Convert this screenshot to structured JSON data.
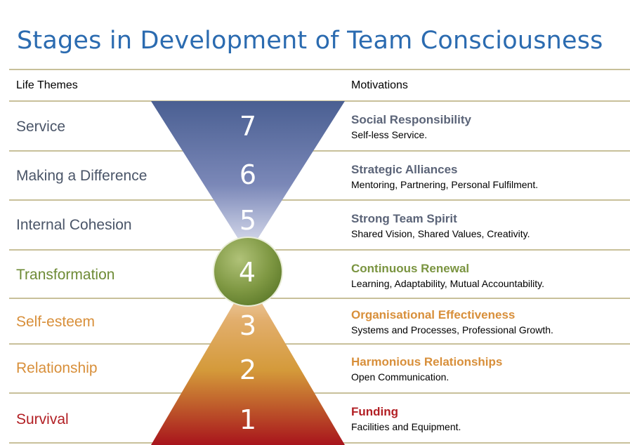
{
  "title": "Stages in Development of Team Consciousness",
  "headers": {
    "left": "Life Themes",
    "right": "Motivations"
  },
  "stages": [
    {
      "number": "7",
      "theme": "Service",
      "motivation": "Social Responsibility",
      "description": "Self-less Service.",
      "color": "#5b6478",
      "theme_color": "#4a5568"
    },
    {
      "number": "6",
      "theme": "Making a Difference",
      "motivation": "Strategic Alliances",
      "description": "Mentoring, Partnering, Personal Fulfilment.",
      "color": "#5b6478",
      "theme_color": "#4a5568"
    },
    {
      "number": "5",
      "theme": "Internal Cohesion",
      "motivation": "Strong Team Spirit",
      "description": "Shared Vision, Shared Values, Creativity.",
      "color": "#5b6478",
      "theme_color": "#4a5568"
    },
    {
      "number": "4",
      "theme": "Transformation",
      "motivation": "Continuous Renewal",
      "description": "Learning, Adaptability, Mutual Accountability.",
      "color": "#7a9440",
      "theme_color": "#6e8b36"
    },
    {
      "number": "3",
      "theme": "Self-esteem",
      "motivation": "Organisational Effectiveness",
      "description": "Systems and Processes, Professional Growth.",
      "color": "#d88f3a",
      "theme_color": "#d88f3a"
    },
    {
      "number": "2",
      "theme": "Relationship",
      "motivation": "Harmonious Relationships",
      "description": "Open Communication.",
      "color": "#d88f3a",
      "theme_color": "#d88f3a"
    },
    {
      "number": "1",
      "theme": "Survival",
      "motivation": "Funding",
      "description": "Facilities and Equipment.",
      "color": "#b21f24",
      "theme_color": "#b21f24"
    }
  ]
}
